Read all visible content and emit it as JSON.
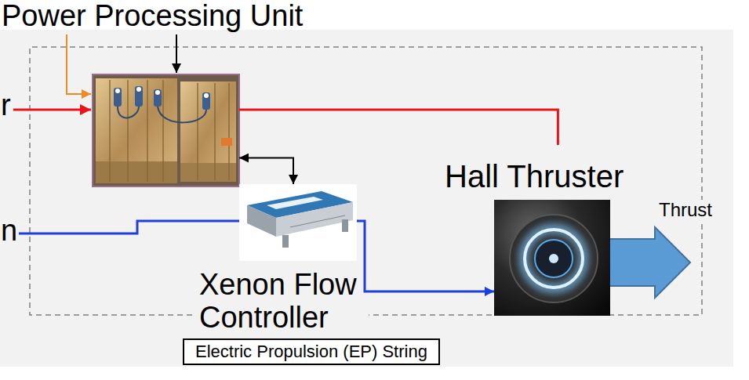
{
  "diagram": {
    "nodes": [
      {
        "text": [
          "Power Processing Unit"
        ]
      },
      {
        "text": [
          "Xenon Flow Controller"
        ]
      },
      {
        "text": [
          "Hall Thruster"
        ]
      },
      {
        "text": [
          "Electric Propulsion (EP) String"
        ]
      }
    ],
    "edges": [
      {
        "from": 0,
        "to": 1,
        "arrow": "both"
      },
      {
        "from": 0,
        "to": 2,
        "arrow": "none"
      },
      {
        "from": 1,
        "to": 2,
        "arrow": "to"
      }
    ],
    "labels": [
      "r",
      "n",
      "Thrust"
    ]
  }
}
